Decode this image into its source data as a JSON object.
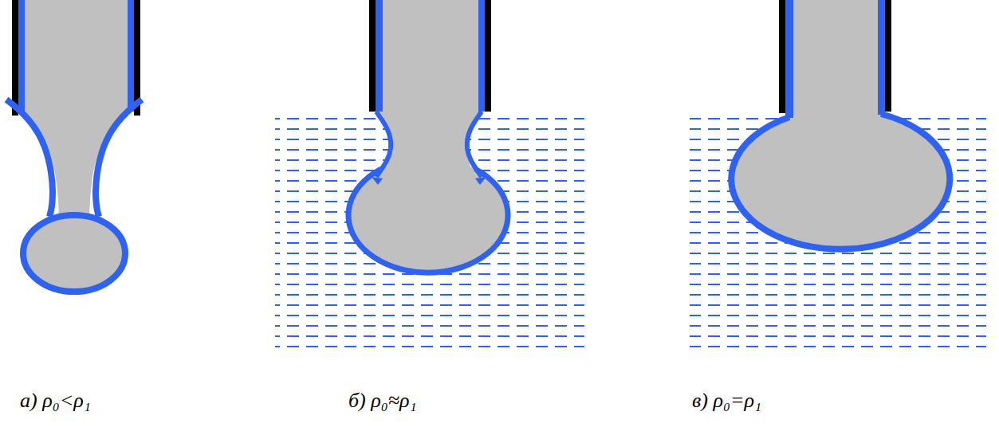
{
  "diagram": {
    "labels": [
      "а)  ρ₀<ρ₁",
      "б) ρ₀≈ρ₁",
      "в) ρ₀=ρ₁"
    ]
  }
}
